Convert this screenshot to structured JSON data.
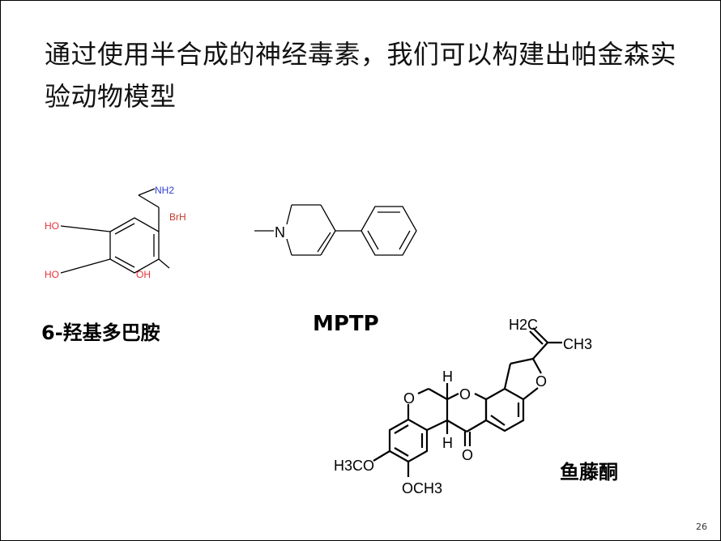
{
  "slide": {
    "title": "通过使用半合成的神经毒素，我们可以构建出帕金森实验动物模型",
    "page_number": "26"
  },
  "compounds": {
    "hydroxydopamine": {
      "name": "6-羟基多巴胺",
      "atoms": {
        "oh1": "HO",
        "oh2": "HO",
        "oh3": "OH",
        "amine": "NH2",
        "salt": "BrH"
      }
    },
    "mptp": {
      "name": "MPTP",
      "atoms": {
        "n": "N"
      }
    },
    "rotenone": {
      "name": "鱼藤酮",
      "atoms": {
        "ch2": "H2C",
        "ch3": "CH3",
        "o_furan": "O",
        "o_pyran": "O",
        "o_chromene": "O",
        "o_keto": "O",
        "h_top": "H",
        "h_bottom": "H",
        "ome1": "H3CO",
        "ome2": "OCH3"
      }
    }
  },
  "colors": {
    "hydroxyl": "#e8303a",
    "amine": "#2f3fd0",
    "salt": "#c0392b"
  }
}
